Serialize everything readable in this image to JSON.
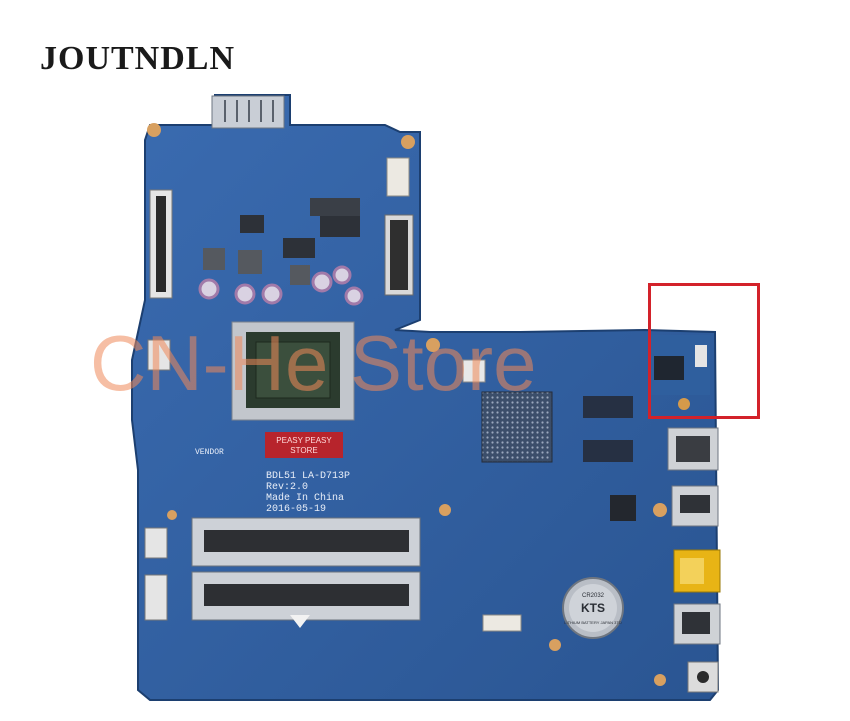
{
  "brand": "JOUTNDLN",
  "board": {
    "model": "BDL51  LA-D713P",
    "revision": "Rev:2.0",
    "origin": "Made In China",
    "date": "2016-05-19",
    "vendor": "VENDOR",
    "sticker_line1": "PEASY PEASY",
    "sticker_line2": "STORE",
    "battery_line1": "KTS",
    "battery_line2": "CR2032",
    "battery_sub": "LITHIUM BATTERY JAPAN 3TD"
  },
  "watermark": "CN-He Store",
  "colors": {
    "pcb": "#2f5f9e",
    "pcb_dark": "#1f4a80",
    "highlight": "#d3222a",
    "watermark": "#f08a5a"
  }
}
